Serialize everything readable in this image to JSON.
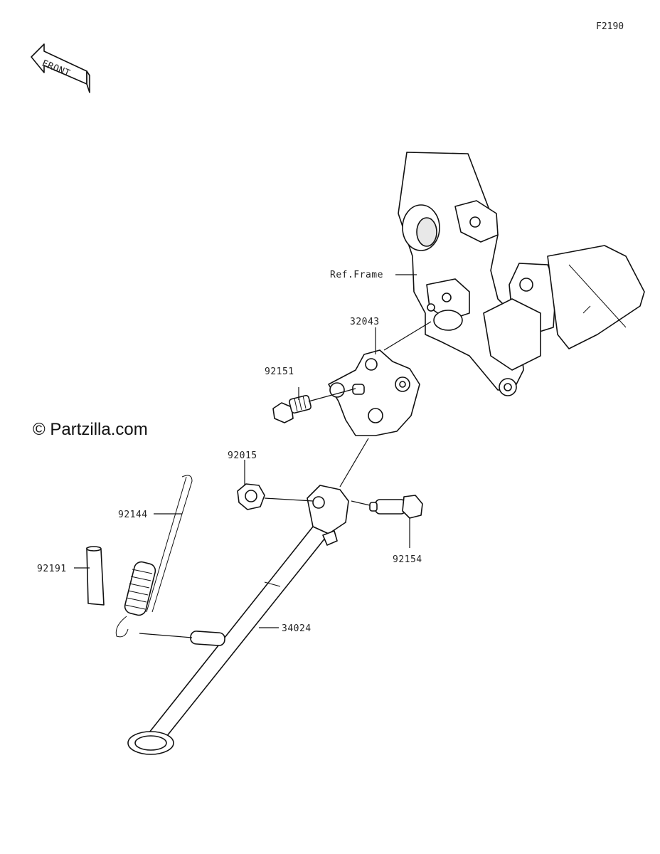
{
  "figure_code": "F2190",
  "front_arrow_label": "FRONT",
  "copyright": "© Partzilla.com",
  "labels": {
    "ref_frame": "Ref.Frame",
    "p32043": "32043",
    "p92151": "92151",
    "p92015": "92015",
    "p92154": "92154",
    "p92144": "92144",
    "p92191": "92191",
    "p34024": "34024"
  }
}
